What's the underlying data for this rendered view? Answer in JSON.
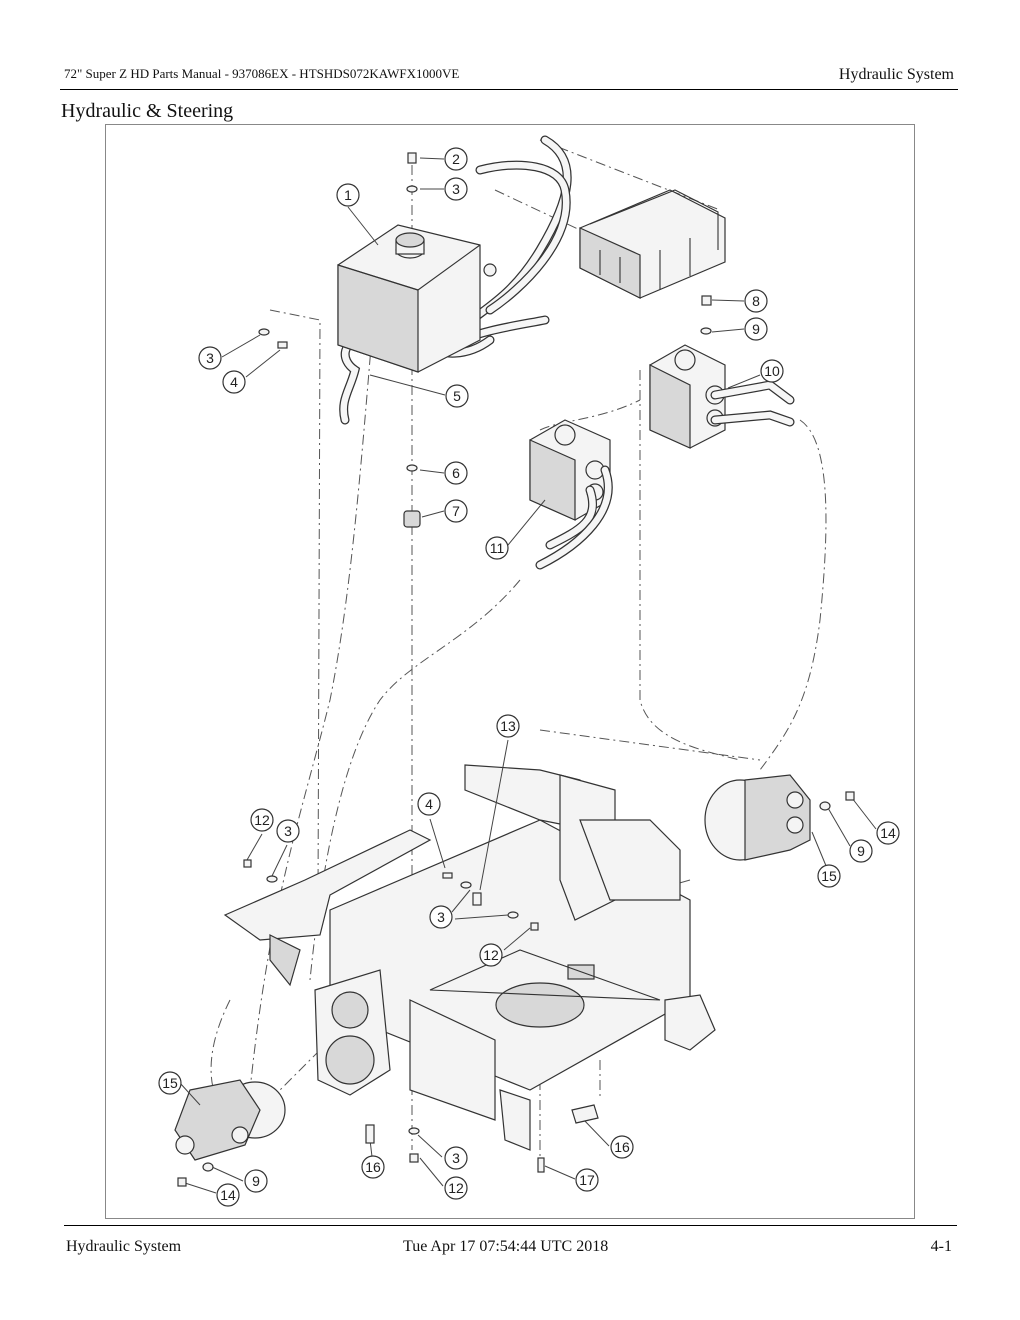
{
  "header": {
    "manual_title": "72\" Super Z HD Parts Manual - 937086EX - HTSHDS072KAWFX1000VE",
    "section": "Hydraulic System"
  },
  "section_title": "Hydraulic & Steering",
  "callouts": [
    "1",
    "2",
    "3",
    "3",
    "4",
    "5",
    "6",
    "7",
    "8",
    "9",
    "10",
    "11",
    "12",
    "3",
    "4",
    "13",
    "3",
    "12",
    "14",
    "9",
    "15",
    "15",
    "9",
    "14",
    "16",
    "3",
    "12",
    "16",
    "17"
  ],
  "footer": {
    "section": "Hydraulic System",
    "timestamp": "Tue Apr 17 07:54:44 UTC 2018",
    "page": "4-1"
  }
}
